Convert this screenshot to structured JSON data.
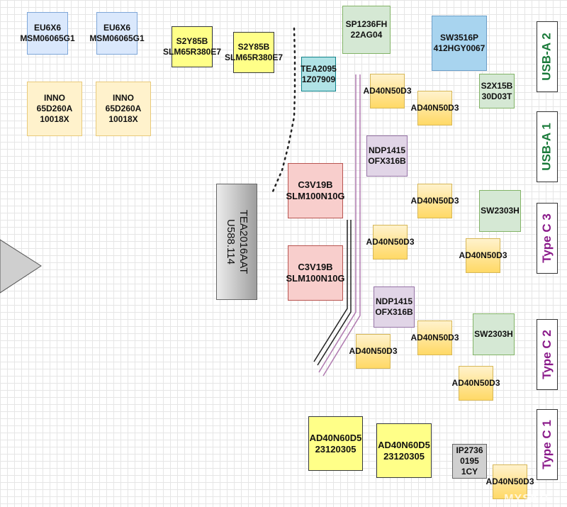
{
  "chips": {
    "eu1": {
      "l1": "EU6X6",
      "l2": "MSM06065G1"
    },
    "eu2": {
      "l1": "EU6X6",
      "l2": "MSM06065G1"
    },
    "inno1": {
      "l1": "INNO",
      "l2": "65D260A",
      "l3": "10018X"
    },
    "inno2": {
      "l1": "INNO",
      "l2": "65D260A",
      "l3": "10018X"
    },
    "s2y1": {
      "l1": "S2Y85B",
      "l2": "SLM65R380E7"
    },
    "s2y2": {
      "l1": "S2Y85B",
      "l2": "SLM65R380E7"
    },
    "sp1236": {
      "l1": "SP1236FH",
      "l2": "22AG04"
    },
    "sw3516": {
      "l1": "SW3516P",
      "l2": "412HGY0067"
    },
    "tea2095": {
      "l1": "TEA2095",
      "l2": "1Z07909"
    },
    "s2x15b": {
      "l1": "S2X15B",
      "l2": "30D03T"
    },
    "tea2016": {
      "l1": "TEA2016AAT",
      "l2": "U588.114"
    },
    "c3v1": {
      "l1": "C3V19B",
      "l2": "SLM100N10G"
    },
    "c3v2": {
      "l1": "C3V19B",
      "l2": "SLM100N10G"
    },
    "ndp1": {
      "l1": "NDP1415",
      "l2": "OFX316B"
    },
    "ndp2": {
      "l1": "NDP1415",
      "l2": "OFX316B"
    },
    "sw2303a": {
      "l1": "SW2303H"
    },
    "sw2303b": {
      "l1": "SW2303H"
    },
    "ad60a": {
      "l1": "AD40N60D5",
      "l2": "23120305"
    },
    "ad60b": {
      "l1": "AD40N60D5",
      "l2": "23120305"
    },
    "ip2736": {
      "l1": "IP2736",
      "l2": "0195",
      "l3": "1CY"
    },
    "ad50": {
      "label": "AD40N50D3"
    }
  },
  "ports": {
    "usba2": "USB-A 2",
    "usba1": "USB-A 1",
    "typec3": "Type C 3",
    "typec2": "Type C 2",
    "typec1": "Type C 1"
  },
  "watermark": "MYSKU",
  "colors": {
    "usb_label": "#1a7a3a",
    "typec_label": "#8a1a8a",
    "trace_purple": "#b07ab0",
    "trace_black": "#222222"
  }
}
